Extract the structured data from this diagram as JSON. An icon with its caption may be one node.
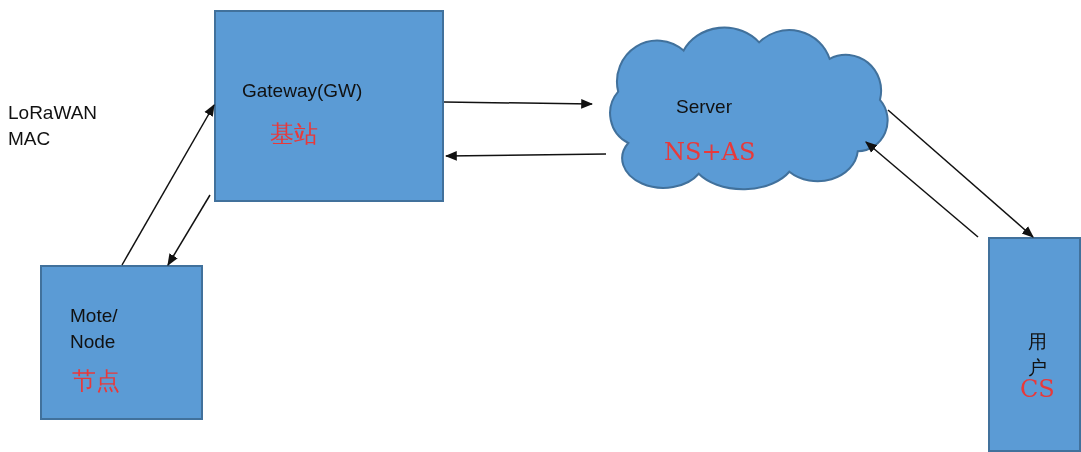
{
  "diagram": {
    "nodes": [
      {
        "text": [
          "Gateway(GW)",
          "基站"
        ]
      },
      {
        "text": [
          "Server",
          "NS+AS"
        ]
      },
      {
        "text": [
          "Mote/ Node",
          "节点"
        ]
      },
      {
        "text": [
          "用户",
          "CS"
        ]
      }
    ],
    "edges": [
      {
        "from": 2,
        "to": 0,
        "arrow": "to"
      },
      {
        "from": 0,
        "to": 2,
        "arrow": "to"
      },
      {
        "from": 0,
        "to": 1,
        "arrow": "to"
      },
      {
        "from": 1,
        "to": 0,
        "arrow": "to"
      },
      {
        "from": 1,
        "to": 3,
        "arrow": "to"
      },
      {
        "from": 3,
        "to": 1,
        "arrow": "to"
      }
    ],
    "labels": [
      "LoRaWAN MAC"
    ]
  }
}
